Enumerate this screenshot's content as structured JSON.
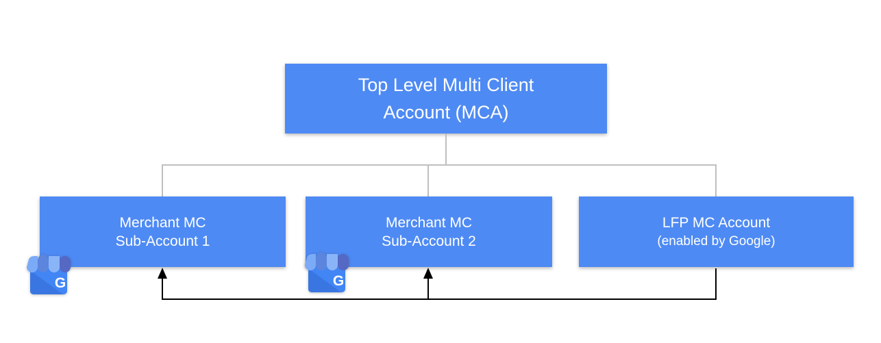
{
  "colors": {
    "canvas": "#ffffff",
    "box_fill": "#4e8af3",
    "box_text": "#ffffff",
    "tree_line": "#bfbfbf",
    "flow_line": "#000000"
  },
  "nodes": {
    "root": {
      "line1": "Top Level Multi Client",
      "line2": "Account (MCA)"
    },
    "sub1": {
      "line1": "Merchant MC",
      "line2": "Sub-Account 1"
    },
    "sub2": {
      "line1": "Merchant MC",
      "line2": "Sub-Account 2"
    },
    "lfp": {
      "line1": "LFP MC Account",
      "line2": "(enabled by Google)"
    }
  },
  "icons": {
    "google_my_business": {
      "name": "google-my-business",
      "letter": "G"
    }
  }
}
